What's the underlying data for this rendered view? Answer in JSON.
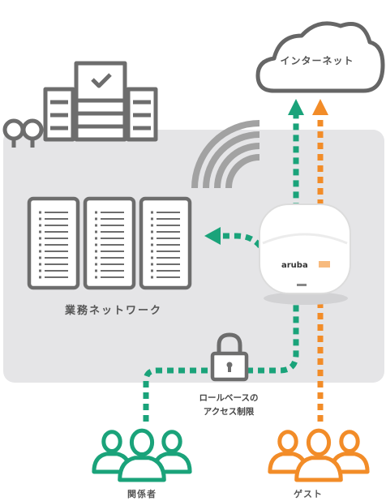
{
  "diagram": {
    "internet_label": "インターネット",
    "business_network_label": "業務ネットワーク",
    "role_access_label_line1": "ロールベースの",
    "role_access_label_line2": "アクセス制限",
    "staff_label": "関係者",
    "guest_label": "ゲスト",
    "access_point_brand": "aruba"
  },
  "colors": {
    "staff_path": "#1aa37a",
    "guest_path": "#f28c28",
    "icon_gray": "#6d6d6d",
    "zone_background": "#e5e5e7"
  },
  "icons": [
    "cloud-icon",
    "building-icon",
    "wifi-icon",
    "server-rack-icon",
    "lock-icon",
    "access-point-icon",
    "people-icon"
  ]
}
